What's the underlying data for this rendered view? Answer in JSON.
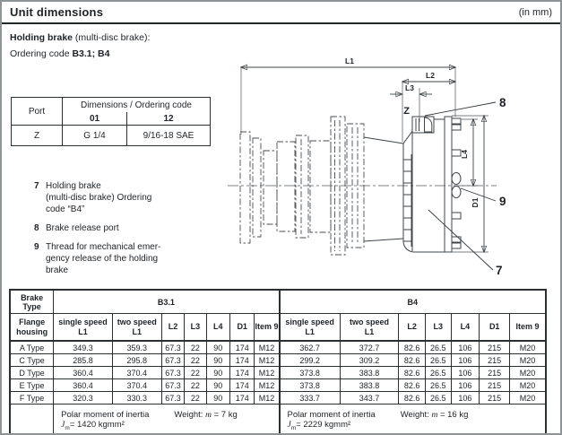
{
  "header": {
    "title": "Unit dimensions",
    "unit": "(in mm)"
  },
  "intro": {
    "bold1": "Holding brake",
    "rest1": " (multi-disc brake):",
    "pre2": "Ordering code ",
    "bold2": "B3.1; B4"
  },
  "port_table": {
    "col_port": "Port",
    "col_dims": "Dimensions / Ordering code",
    "sub_01": "01",
    "sub_12": "12",
    "row": {
      "port": "Z",
      "v01": "G 1/4",
      "v12": "9/16-18 SAE"
    }
  },
  "legend": {
    "items": [
      {
        "num": "7",
        "lines": [
          "Holding brake",
          "(multi-disc brake) Ordering",
          "code “B4”"
        ]
      },
      {
        "num": "8",
        "lines": [
          "Brake release port"
        ]
      },
      {
        "num": "9",
        "lines": [
          "Thread for mechanical emer-",
          "gency release of the holding",
          "brake"
        ]
      }
    ]
  },
  "drawing": {
    "dims": {
      "l1": "L1",
      "l2": "L2",
      "l3": "L3",
      "l4": "L4",
      "d1": "D1"
    },
    "port_label": "Z",
    "refs": {
      "r7": "7",
      "r8": "8",
      "r9": "9"
    }
  },
  "dim_table": {
    "brake_type": [
      "Brake",
      "Type"
    ],
    "flange": [
      "Flange",
      "housing"
    ],
    "group1": "B3.1",
    "group2": "B4",
    "sub_headers": {
      "single": [
        "single speed",
        "L1"
      ],
      "two": [
        "two speed",
        "L1"
      ],
      "l2": "L2",
      "l3": "L3",
      "l4": "L4",
      "d1": "D1",
      "item9": "Item 9"
    },
    "rows": [
      {
        "flange": "A Type",
        "b31": [
          "349.3",
          "359.3",
          "67.3",
          "22",
          "90",
          "174",
          "M12"
        ],
        "b4": [
          "362.7",
          "372.7",
          "82.6",
          "26.5",
          "106",
          "215",
          "M20"
        ]
      },
      {
        "flange": "C Type",
        "b31": [
          "285.8",
          "295.8",
          "67.3",
          "22",
          "90",
          "174",
          "M12"
        ],
        "b4": [
          "299.2",
          "309.2",
          "82.6",
          "26.5",
          "106",
          "215",
          "M20"
        ]
      },
      {
        "flange": "D Type",
        "b31": [
          "360.4",
          "370.4",
          "67.3",
          "22",
          "90",
          "174",
          "M12"
        ],
        "b4": [
          "373.8",
          "383.8",
          "82.6",
          "26.5",
          "106",
          "215",
          "M20"
        ]
      },
      {
        "flange": "E Type",
        "b31": [
          "360.4",
          "370.4",
          "67.3",
          "22",
          "90",
          "174",
          "M12"
        ],
        "b4": [
          "373.8",
          "383.8",
          "82.6",
          "26.5",
          "106",
          "215",
          "M20"
        ]
      },
      {
        "flange": "F Type",
        "b31": [
          "320.3",
          "330.3",
          "67.3",
          "22",
          "90",
          "174",
          "M12"
        ],
        "b4": [
          "333.7",
          "343.7",
          "82.6",
          "26.5",
          "106",
          "215",
          "M20"
        ]
      }
    ],
    "footer": {
      "b31": {
        "label": "Polar moment of inertia",
        "j": "J",
        "jsub": "m",
        "jval": "= 1420 kgmm²",
        "w_pre": "Weight: ",
        "w_m": "m",
        "w_val": " = 7 kg"
      },
      "b4": {
        "label": "Polar moment of inertia",
        "j": "J",
        "jsub": "m",
        "jval": "= 2229 kgmm²",
        "w_pre": "Weight: ",
        "w_m": "m",
        "w_val": " = 16 kg"
      }
    }
  }
}
